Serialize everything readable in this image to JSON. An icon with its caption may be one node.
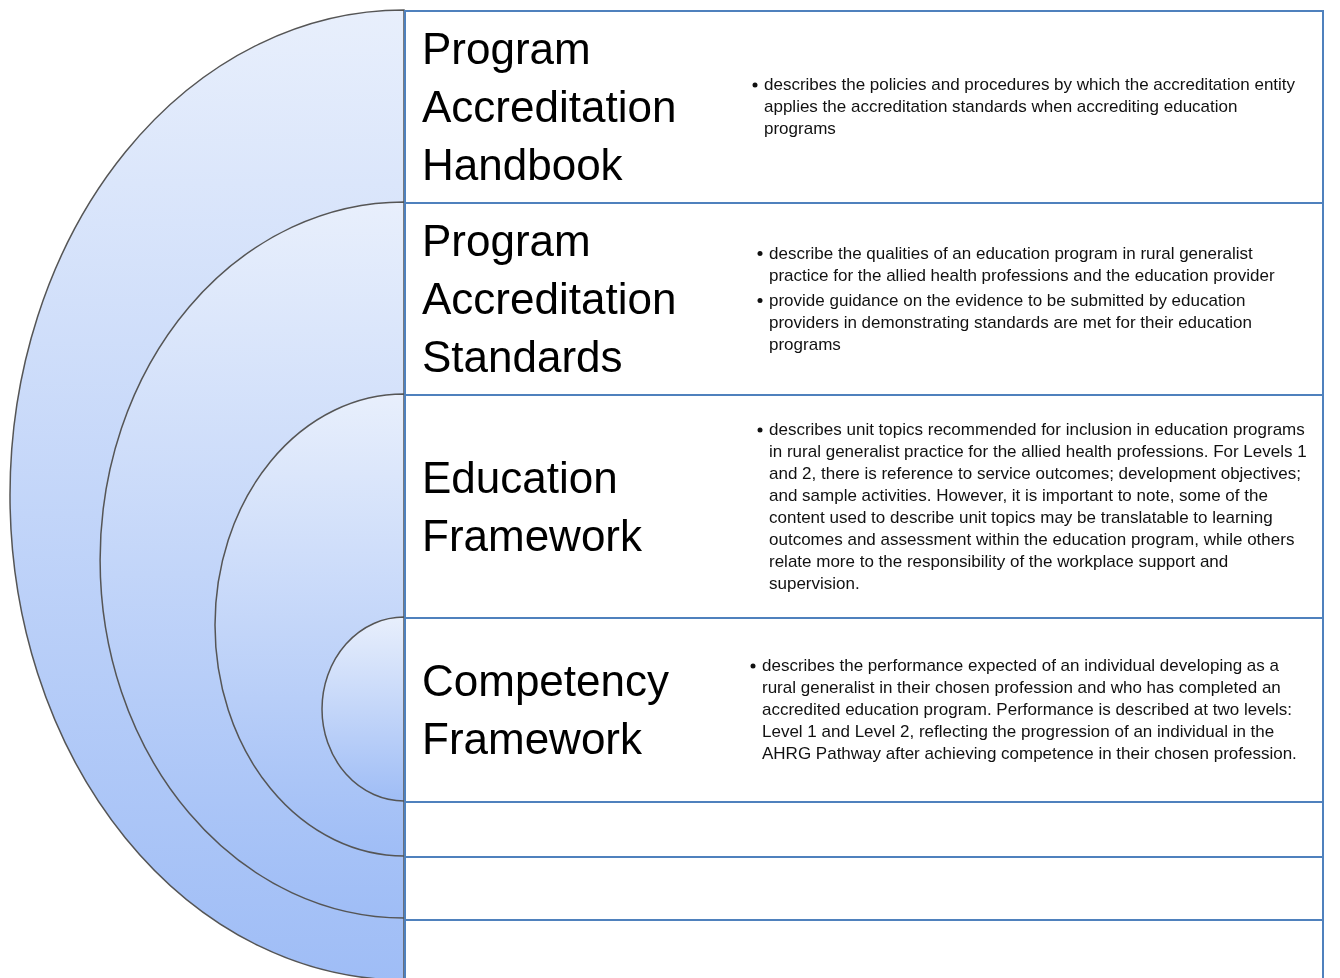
{
  "diagram": {
    "nodes": [
      {
        "text": [
          "Program Accreditation Handbook",
          "describes the policies and procedures by which the accreditation entity applies the accreditation standards when accrediting education programs"
        ]
      },
      {
        "text": [
          "Program Accreditation Standards",
          "describe the qualities of an education program in rural generalist practice for the allied health professions and the education provider",
          "provide guidance on the evidence to be submitted by education providers in demonstrating standards are met for their education programs"
        ]
      },
      {
        "text": [
          "Education Framework",
          "describes unit topics recommended for inclusion in education programs in rural generalist practice for the allied health professions. For Levels 1 and 2, there is reference to service outcomes; development objectives; and sample activities. However, it is important to note, some of the content used to describe unit topics may be translatable to learning outcomes and assessment within the education program, while others relate more to the responsibility of the workplace support and supervision."
        ]
      },
      {
        "text": [
          "Competency Framework",
          "describes the performance expected of an individual developing as a rural generalist in their chosen profession and who has completed an accredited education program. Performance is described at two levels: Level 1 and Level 2, reflecting the progression of an individual in the AHRG Pathway after achieving competence in their chosen profession."
        ]
      },
      {
        "text": [],
        "shape": "box"
      },
      {
        "text": [],
        "shape": "box"
      },
      {
        "text": [],
        "shape": "box"
      }
    ],
    "edges": []
  }
}
